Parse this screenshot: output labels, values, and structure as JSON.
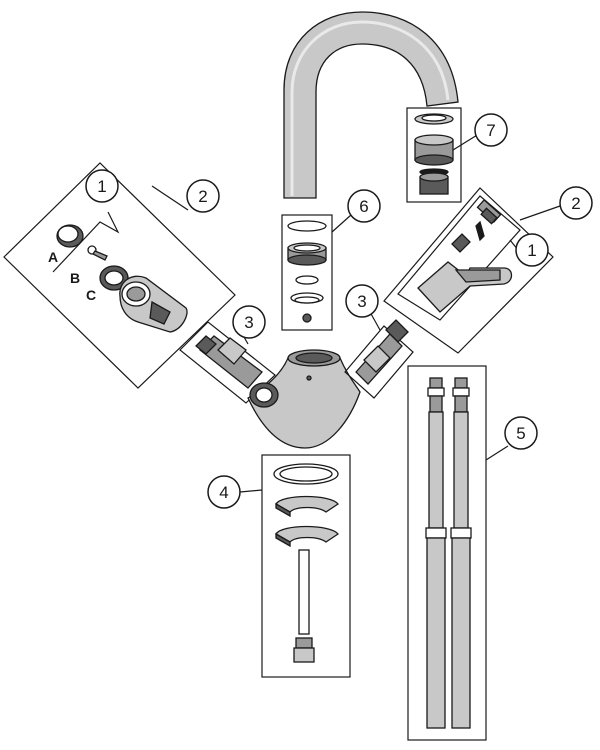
{
  "callouts": {
    "c1_left": "1",
    "c2_left": "2",
    "c3_left": "3",
    "c4": "4",
    "c5": "5",
    "c6": "6",
    "c7": "7",
    "c1_right": "1",
    "c2_right": "2",
    "c3_right": "3"
  },
  "letters": {
    "a": "A",
    "b": "B",
    "c": "C"
  },
  "colors": {
    "line": "#1a1a1a",
    "body_fill": "#c8c8c8",
    "dark_fill": "#5a5a5a"
  }
}
